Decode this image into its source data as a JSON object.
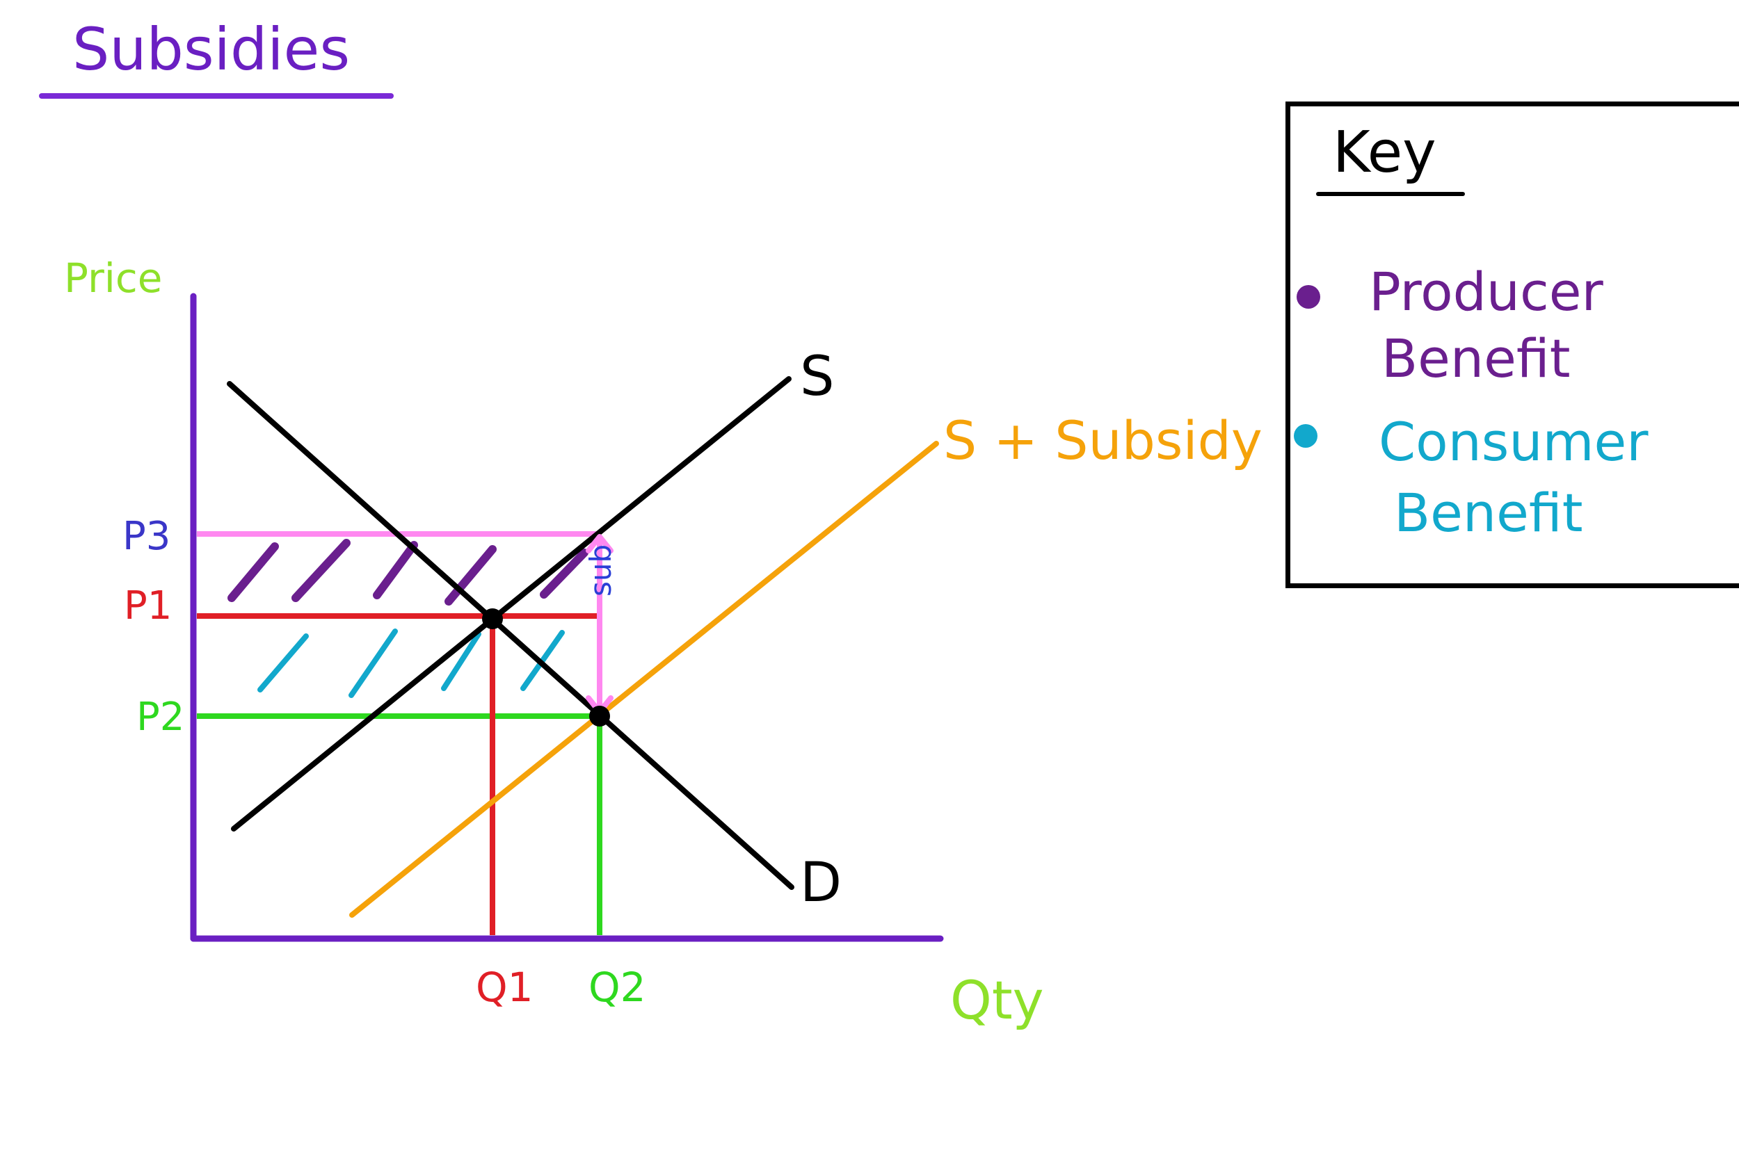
{
  "title": "Subsidies",
  "colors": {
    "title": "#6a1fc2",
    "axes": "#6a1fc2",
    "axis_labels": "#8ee02a",
    "supply": "#000000",
    "demand": "#000000",
    "subsidized_supply": "#f5a20a",
    "p1": "#e01f26",
    "p2": "#2ed81f",
    "p3": "#ff88f0",
    "p3_label": "#3a36c8",
    "subsidy_note": "#2a3fd6",
    "producer_benefit": "#6a1f8e",
    "consumer_benefit": "#12a8cc"
  },
  "chart_data": {
    "type": "line",
    "title": "Subsidies",
    "xlabel": "Qty",
    "ylabel": "Price",
    "series": [
      {
        "name": "S",
        "kind": "supply",
        "color": "#000000"
      },
      {
        "name": "D",
        "kind": "demand",
        "color": "#000000"
      },
      {
        "name": "S + Subsidy",
        "kind": "supply-shifted",
        "color": "#f5a20a"
      }
    ],
    "price_levels": [
      "P3",
      "P1",
      "P2"
    ],
    "quantity_levels": [
      "Q1",
      "Q2"
    ],
    "annotations": [
      "subsidy arrow between P3 and P2 at Q2",
      "sub"
    ],
    "shaded_areas": [
      "Producer Benefit (between P3 and P1)",
      "Consumer Benefit (between P1 and P2)"
    ],
    "grid": false,
    "legend": "right"
  },
  "labels": {
    "supply": "S",
    "demand": "D",
    "subsidy_supply": "S + Subsidy",
    "x_axis": "Qty",
    "y_axis": "Price",
    "p3": "P3",
    "p1": "P1",
    "p2": "P2",
    "q1": "Q1",
    "q2": "Q2",
    "subsidy_note": "sub"
  },
  "key": {
    "title": "Key",
    "items": [
      {
        "line1": "Producer",
        "line2": "Benefit",
        "icon": "purple-dot"
      },
      {
        "line1": "Consumer",
        "line2": "Benefit",
        "icon": "blue-dot"
      }
    ]
  }
}
